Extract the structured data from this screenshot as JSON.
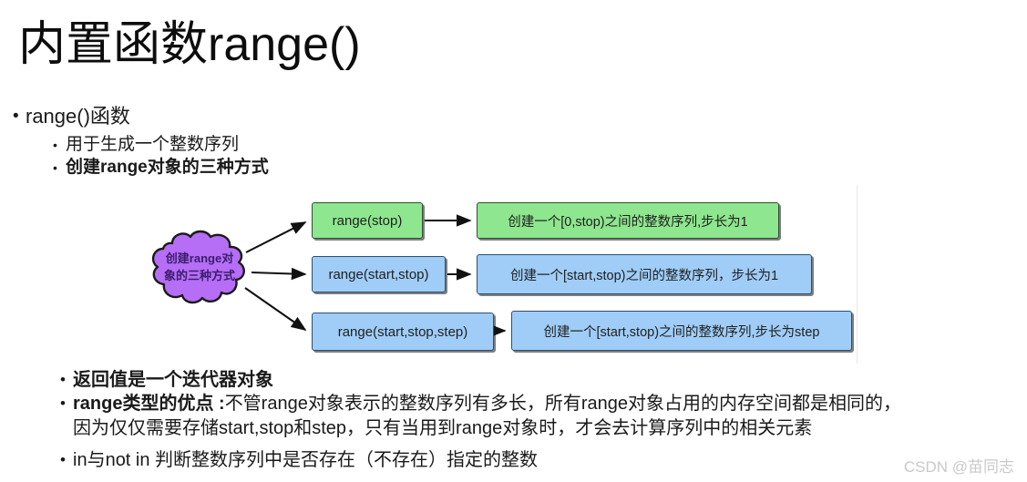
{
  "slide": {
    "title": "内置函数range()",
    "watermark": "CSDN @苗同志"
  },
  "bullets_top": [
    {
      "level": 1,
      "marker": "•",
      "text": "range()函数",
      "bold": false
    },
    {
      "level": 2,
      "marker": "•",
      "text": "用于生成一个整数序列",
      "bold": false
    },
    {
      "level": 2,
      "marker": "•",
      "text": "创建range对象的三种方式",
      "bold": true
    }
  ],
  "bullets_bottom": [
    {
      "marker": "•",
      "bold_lead": "返回值是一个迭代器对象",
      "rest": ""
    },
    {
      "marker": "•",
      "bold_lead": "range类型的优点 :",
      "rest": "不管range对象表示的整数序列有多长，所有range对象占用的内存空间都是相同的，",
      "line2": "因为仅仅需要存储start,stop和step，只有当用到range对象时，才会去计算序列中的相关元素"
    },
    {
      "marker": "•",
      "bold_lead": "",
      "rest": "in与not in 判断整数序列中是否存在（不存在）指定的整数"
    }
  ],
  "diagram": {
    "cloud": {
      "line1": "创建range对",
      "line2": "象的三种方式",
      "fill": "#b56ef5",
      "stroke": "#1a1a1a",
      "text_color": "#3b1d6e"
    },
    "rows": [
      {
        "signature": "range(stop)",
        "description": "创建一个[0,stop)之间的整数序列,步长为1",
        "color": "green",
        "fill": "#8ee68e",
        "stroke": "#2f4f35"
      },
      {
        "signature": "range(start,stop)",
        "description": "创建一个[start,stop)之间的整数序列，步长为1",
        "color": "blue",
        "fill": "#9fcdf7",
        "stroke": "#2d4e6b"
      },
      {
        "signature": "range(start,stop,step)",
        "description": "创建一个[start,stop)之间的整数序列,步长为step",
        "color": "blue",
        "fill": "#9fcdf7",
        "stroke": "#2d4e6b"
      }
    ]
  }
}
